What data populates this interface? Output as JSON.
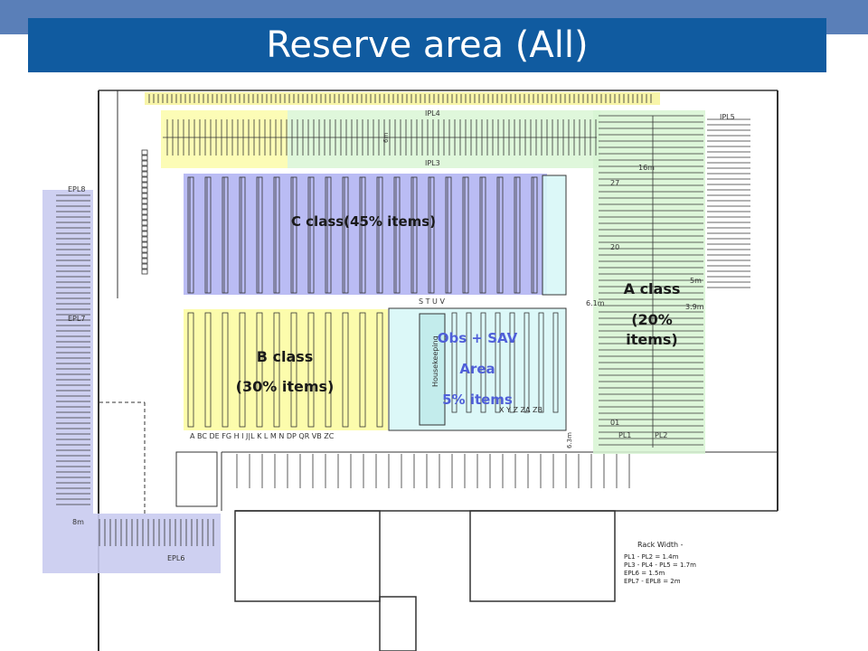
{
  "title": "Reserve area (All)",
  "zones": {
    "c_class": {
      "label": "C class(45% items)",
      "color": "#aeb0f2"
    },
    "b_class": {
      "line1": "B class",
      "line2": "(30% items)",
      "color": "#fbfb9e"
    },
    "obs_sav": {
      "line1": "Obs + SAV",
      "line2": "Area",
      "line3": "5% items",
      "color": "#d9f8f8"
    },
    "a_class": {
      "line1": "A class",
      "line2": "(20%",
      "line3": "items)",
      "color": "#d7f5d2"
    },
    "yellow_strip": {
      "color": "#f7f39a"
    },
    "epl_area": {
      "color": "#c9cbef"
    }
  },
  "plan_labels": {
    "ipl4": "IPL4",
    "ipl3": "IPL3",
    "ipl5": "IPL5",
    "epl8": "EPL8",
    "epl7": "EPL7",
    "epl6": "EPL6",
    "pl1": "PL1",
    "pl2": "PL2",
    "housekeeping": "Housekeeping",
    "aisles_bottom": "A  BC  DE  FG  H I  J|L K L  M N  DP  QR           VB                    ZC",
    "aisles_top": "S T   U V",
    "aisles_obs": "X   Y Z  ZA  ZB",
    "dim_6m": "6m",
    "dim_16m": "16m",
    "dim_5m": "5m",
    "dim_39m": "3.9m",
    "dim_61m": "6.1m",
    "dim_8m": "8m",
    "dim_63m": "6.3m",
    "num_27": "27",
    "num_20": "20",
    "num_01": "01",
    "legend_title": "Rack Width -",
    "legend_rows": [
      "PL1 - PL2        =  1.4m",
      "PL3 - PL4 - PL5  =  1.7m",
      "EPL6             =  1.5m",
      "EPL7 - EPL8      =  2m"
    ]
  }
}
